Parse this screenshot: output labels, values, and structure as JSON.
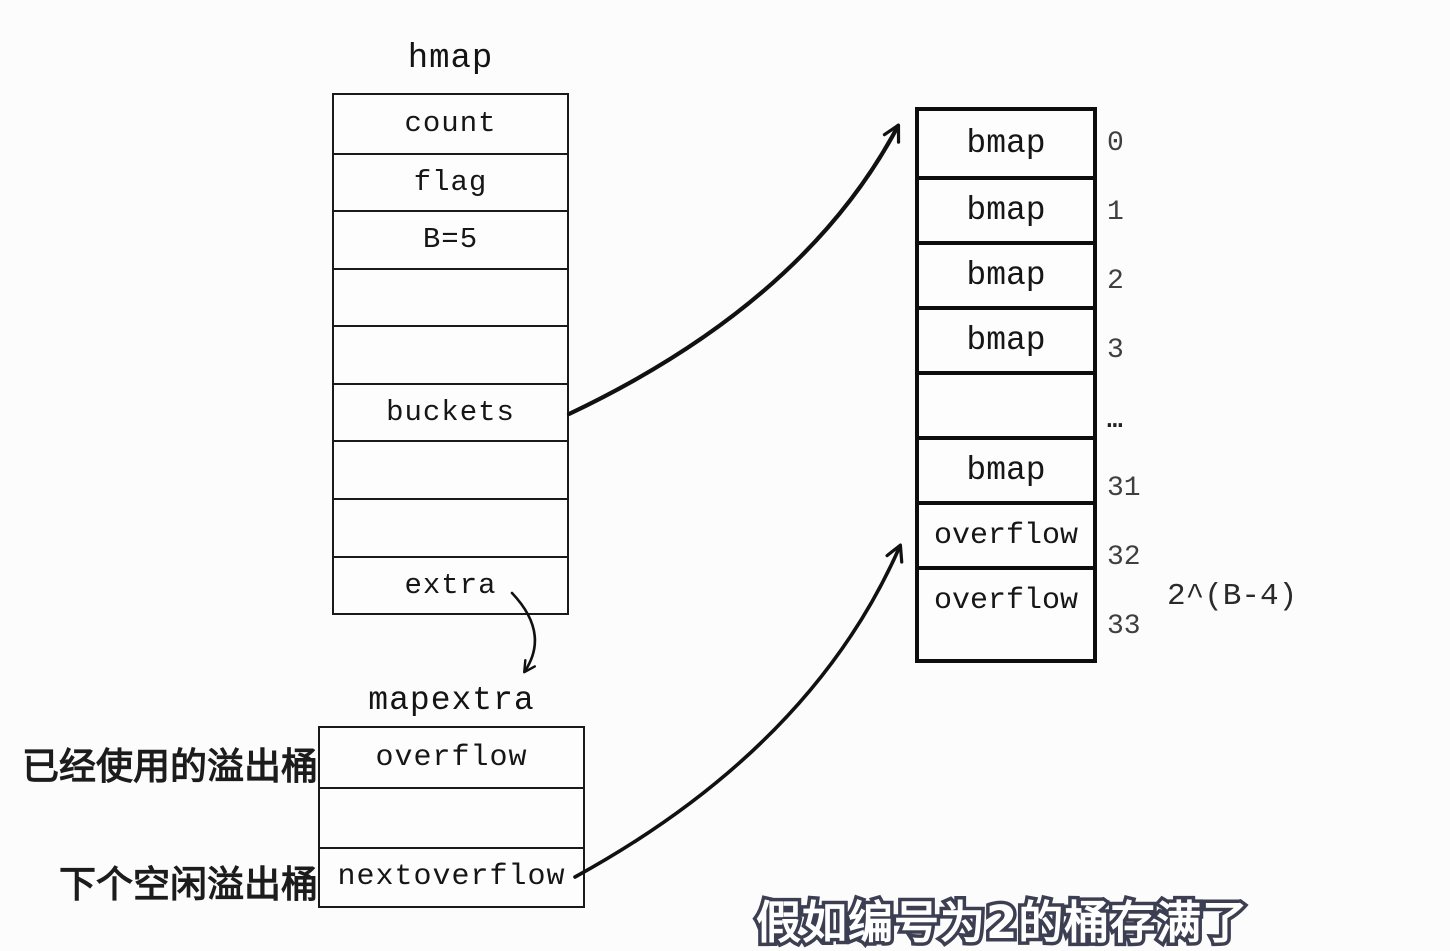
{
  "hmap": {
    "title": "hmap",
    "rows": [
      "count",
      "flag",
      "B=5",
      "",
      "",
      "buckets",
      "",
      "",
      "extra"
    ]
  },
  "bucket_array": {
    "rows": [
      {
        "label": "bmap",
        "index": "0"
      },
      {
        "label": "bmap",
        "index": "1"
      },
      {
        "label": "bmap",
        "index": "2"
      },
      {
        "label": "bmap",
        "index": "3"
      },
      {
        "label": "",
        "index": "…"
      },
      {
        "label": "bmap",
        "index": "31"
      },
      {
        "label": "overflow",
        "index": "32"
      },
      {
        "label": "overflow",
        "index": "33"
      }
    ],
    "size_label": "2^(B-4)"
  },
  "mapextra": {
    "title": "mapextra",
    "rows": [
      "overflow",
      "",
      "nextoverflow"
    ],
    "note_used_overflow": "已经使用的溢出桶",
    "note_next_free": "下个空闲溢出桶"
  },
  "subtitle": "假如编号为2的桶存满了",
  "colors": {
    "background": "#fcfcfc",
    "stroke": "#111111",
    "index_text": "#3f3f3f",
    "subtitle_fill": "#ffffff",
    "subtitle_outline": "#3d3f52"
  }
}
